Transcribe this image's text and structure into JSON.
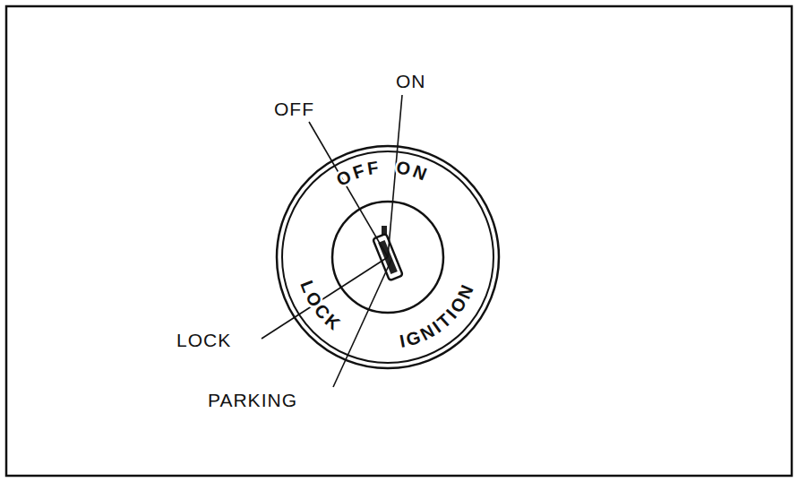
{
  "diagram": {
    "labels": [
      "OFF",
      "ON",
      "LOCK",
      "PARKING",
      "OFF",
      "ON",
      "LOCK",
      "IGNITION"
    ]
  }
}
